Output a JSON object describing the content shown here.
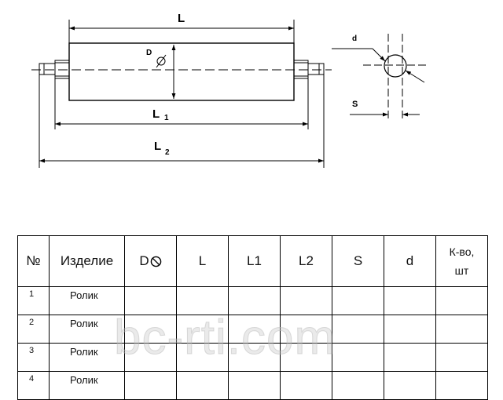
{
  "drawing": {
    "labels": {
      "L": "L",
      "L1": "L",
      "L1_sub": "1",
      "L2": "L",
      "L2_sub": "2",
      "D": "D",
      "d": "d",
      "S": "S"
    }
  },
  "table": {
    "headers": [
      {
        "key": "no",
        "label": "№"
      },
      {
        "key": "item",
        "label": "Изделие"
      },
      {
        "key": "D",
        "label": "D"
      },
      {
        "key": "L",
        "label": "L"
      },
      {
        "key": "L1",
        "label": "L1"
      },
      {
        "key": "L2",
        "label": "L2"
      },
      {
        "key": "S",
        "label": "S"
      },
      {
        "key": "d",
        "label": "d"
      },
      {
        "key": "qty",
        "label_line1": "К-во,",
        "label_line2": "шт"
      }
    ],
    "rows": [
      {
        "no": "1",
        "item": "Ролик"
      },
      {
        "no": "2",
        "item": "Ролик"
      },
      {
        "no": "3",
        "item": "Ролик"
      },
      {
        "no": "4",
        "item": "Ролик"
      }
    ]
  },
  "watermark": "bc-rti.com"
}
